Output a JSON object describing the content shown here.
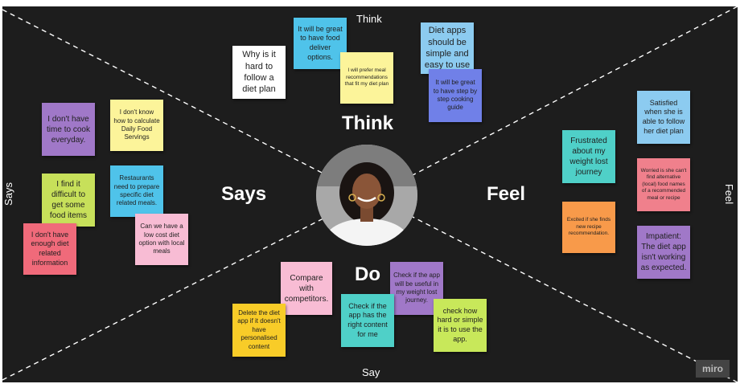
{
  "colors": {
    "board": "#1d1d1d",
    "white": "#ffffff",
    "cyan": "#4fc3ea",
    "yellow": "#fcf49a",
    "purple": "#a078c8",
    "blue": "#7080e8",
    "lightblue": "#8ccbf0",
    "green": "#c7e05a",
    "red": "#f06a7a",
    "pink": "#f8bcd4",
    "teal": "#4fd0c8",
    "salmon": "#f0808c",
    "orange": "#f89a4a",
    "gold": "#f8cc28",
    "lime": "#c8e85a"
  },
  "quadrants": {
    "think": "Think",
    "says": "Says",
    "feel": "Feel",
    "do": "Do"
  },
  "edges": {
    "top": "Think",
    "bottom": "Say",
    "left": "Says",
    "right": "Feel"
  },
  "avatar": {
    "icon": "person-portrait"
  },
  "brand": "miro",
  "notes": {
    "think1": "Why is it hard to follow a diet plan",
    "think2": "It will be great to have food deliver options.",
    "think3": "I will prefer meal recommendations that fit my diet plan",
    "think4": "Diet apps should be simple and easy to use",
    "think5": "It will be great to have step by step cooking guide",
    "says1": "I don't have time to cook everyday.",
    "says2": "I don't know how to calculate Daily Food Servings",
    "says3": "I find it difficult to get some food items",
    "says4": "Restaurants need to prepare specific diet related meals.",
    "says5": "I don't have enough diet related information",
    "says6": "Can we have a low cost diet option with local meals",
    "feel1": "Satisfied when she is able to follow her diet plan",
    "feel2": "Frustrated about my weight lost journey",
    "feel3": "Worried is she can't find alternative (local) food names of a recommended meal or recipe",
    "feel4": "Excited if she finds new recipe recommendation.",
    "feel5": "Impatient: The diet app isn't working as expected.",
    "do1": "Compare with competitors.",
    "do2": "Check if the app will be useful in my weight lost journey.",
    "do3": "Delete the diet app if it doesn't have personalised content",
    "do4": "Check if the app has the right content for me",
    "do5": "check how hard or simple it is to use the app."
  }
}
